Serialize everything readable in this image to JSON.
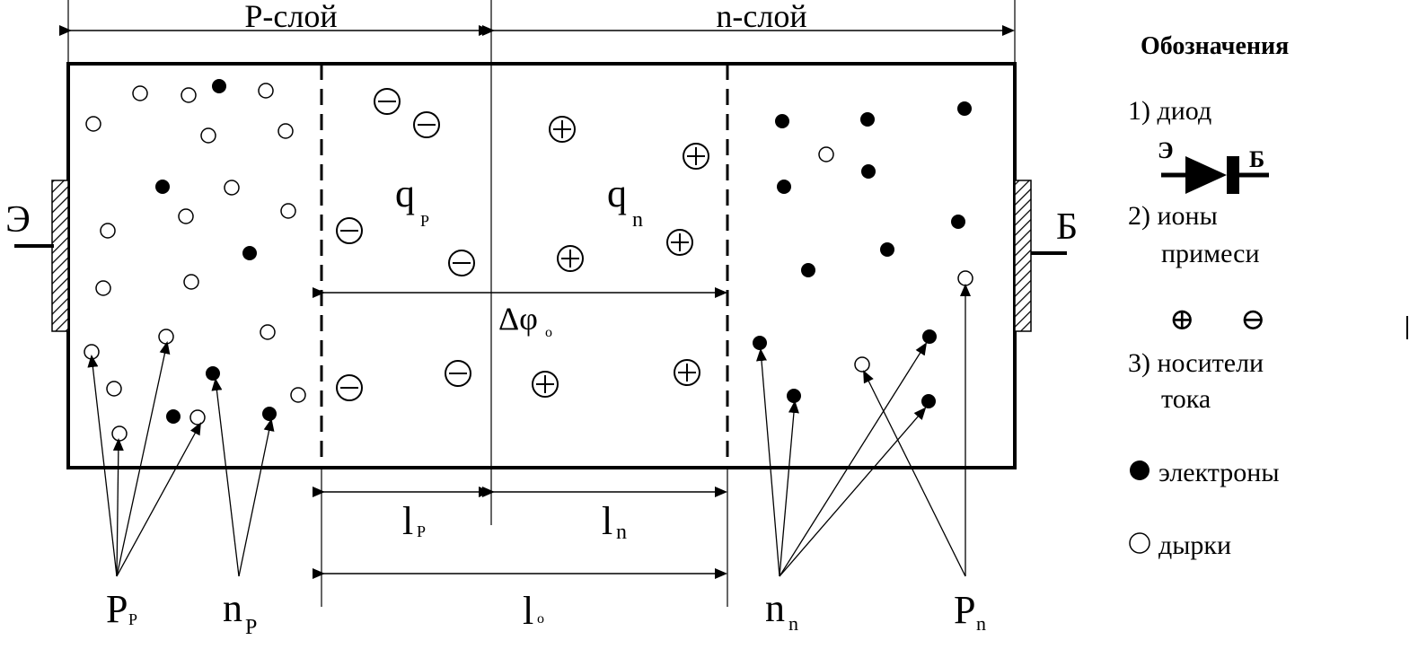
{
  "regions": {
    "p_layer": "P-слой",
    "n_layer": "n-слой"
  },
  "terminals": {
    "emitter": "Э",
    "base": "Б"
  },
  "charges": {
    "q_p": {
      "main": "q",
      "sub": "P"
    },
    "q_n": {
      "main": "q",
      "sub": "n"
    }
  },
  "potential": {
    "main": "Δφ",
    "sub": "o"
  },
  "widths": {
    "l_p": {
      "main": "l",
      "sub": "P"
    },
    "l_n": {
      "main": "l",
      "sub": "n"
    },
    "l_0": {
      "main": "l",
      "sub": "o"
    }
  },
  "carrier_labels": {
    "p_p": {
      "main": "P",
      "sub": "P"
    },
    "n_p": {
      "main": "n",
      "sub": "P"
    },
    "n_n": {
      "main": "n",
      "sub": "n"
    },
    "p_n": {
      "main": "P",
      "sub": "n"
    }
  },
  "legend": {
    "title": "Обозначения",
    "item1": "1) диод",
    "diode_left": "Э",
    "diode_right": "Б",
    "item2_line1": "2) ионы",
    "item2_line2": "примеси",
    "ion_plus": "⊕",
    "ion_minus": "⊖",
    "item3_line1": "3) носители",
    "item3_line2": "тока",
    "electrons": "электроны",
    "holes": "дырки"
  }
}
